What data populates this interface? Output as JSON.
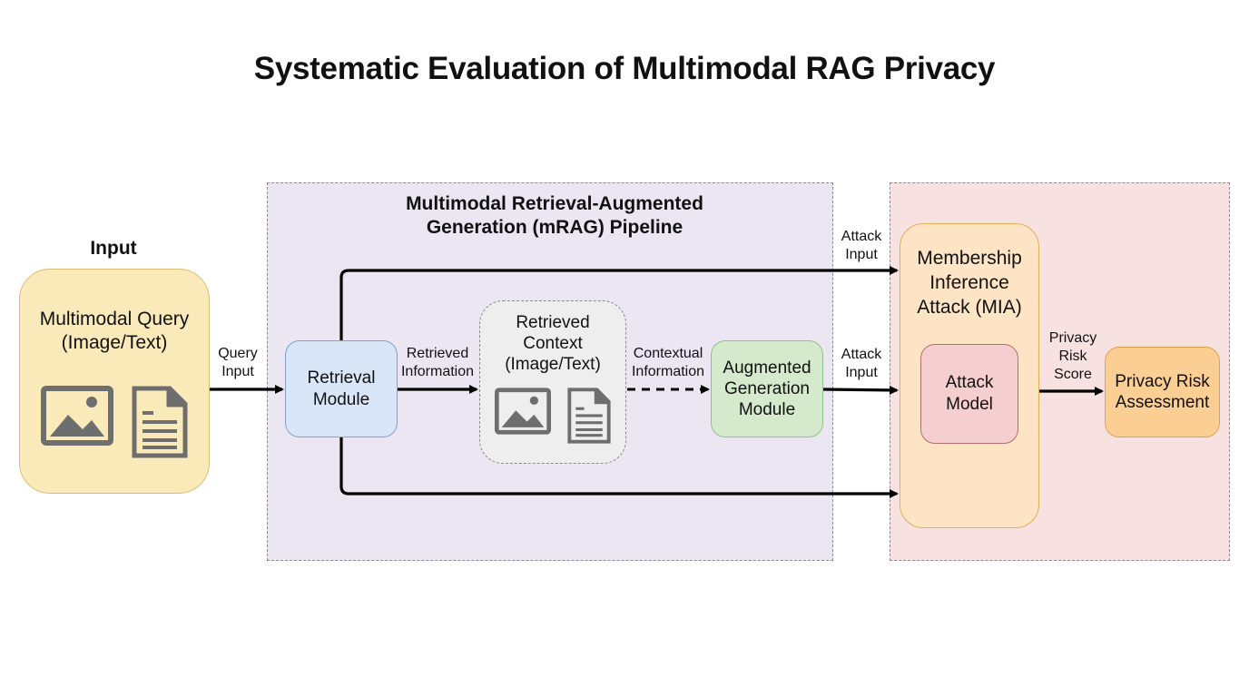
{
  "title": "Systematic Evaluation of Multimodal RAG Privacy",
  "groups": {
    "pipeline": {
      "title_line1": "Multimodal Retrieval-Augmented",
      "title_line2": "Generation (mRAG) Pipeline",
      "color": "#ece6f3"
    },
    "mia_region": {
      "color": "#f8e1e1"
    }
  },
  "input_section": {
    "label": "Input",
    "box": {
      "line1": "Multimodal Query",
      "line2": "(Image/Text)",
      "icons": [
        "image-icon",
        "document-icon"
      ],
      "color": "#fbeab9"
    }
  },
  "nodes": {
    "retrieval": {
      "line1": "Retrieval",
      "line2": "Module",
      "color": "#d8e6f8"
    },
    "context": {
      "line1": "Retrieved",
      "line2": "Context",
      "line3": "(Image/Text)",
      "icons": [
        "image-icon",
        "document-icon"
      ],
      "color": "#efeeee"
    },
    "generation": {
      "line1": "Augmented",
      "line2": "Generation",
      "line3": "Module",
      "color": "#d5e9cc"
    },
    "mia": {
      "line1": "Membership",
      "line2": "Inference",
      "line3": "Attack (MIA)",
      "color": "#fde4c4"
    },
    "attack_model": {
      "line1": "Attack",
      "line2": "Model",
      "color": "#f5cfcf"
    },
    "risk": {
      "line1": "Privacy Risk",
      "line2": "Assessment",
      "color": "#fbcf94"
    }
  },
  "edges": {
    "query_input": {
      "line1": "Query",
      "line2": "Input",
      "style": "solid"
    },
    "retrieved_info": {
      "line1": "Retrieved",
      "line2": "Information",
      "style": "solid"
    },
    "contextual_info": {
      "line1": "Contextual",
      "line2": "Information",
      "style": "dashed"
    },
    "attack_input_top": {
      "line1": "Attack",
      "line2": "Input",
      "style": "solid"
    },
    "attack_input_mid": {
      "line1": "Attack",
      "line2": "Input",
      "style": "solid"
    },
    "attack_input_bottom": {
      "style": "solid"
    },
    "privacy_score": {
      "line1": "Privacy",
      "line2": "Risk",
      "line3": "Score",
      "style": "solid"
    }
  }
}
